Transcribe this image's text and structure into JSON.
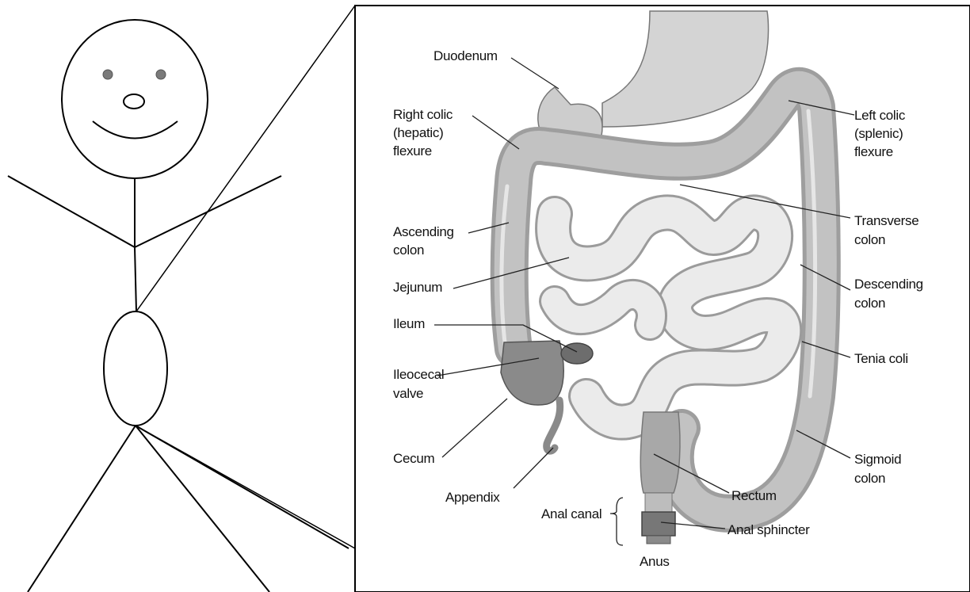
{
  "diagram": {
    "labels": {
      "duodenum": "Duodenum",
      "right_colic": [
        "Right colic",
        "(hepatic)",
        "flexure"
      ],
      "ascending": [
        "Ascending",
        "colon"
      ],
      "jejunum": "Jejunum",
      "ileum": "Ileum",
      "ileocecal": [
        "Ileocecal",
        "valve"
      ],
      "cecum": "Cecum",
      "appendix": "Appendix",
      "anal_canal": "Anal canal",
      "anus": "Anus",
      "rectum": "Rectum",
      "anal_sphincter": "Anal sphincter",
      "sigmoid": [
        "Sigmoid",
        "colon"
      ],
      "tenia_coli": "Tenia coli",
      "descending": [
        "Descending",
        "colon"
      ],
      "transverse": [
        "Transverse",
        "colon"
      ],
      "left_colic": [
        "Left colic",
        "(splenic)",
        "flexure"
      ]
    }
  }
}
